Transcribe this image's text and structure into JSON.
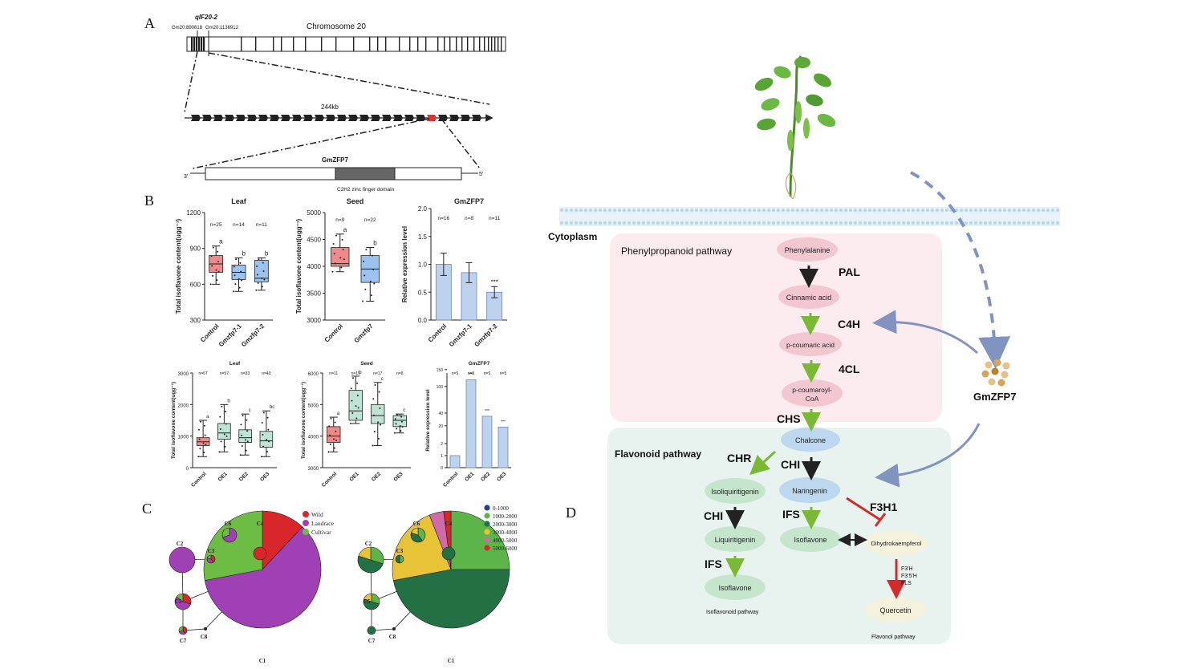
{
  "panels": {
    "a": "A",
    "b": "B",
    "c": "C",
    "d": "D"
  },
  "panel_a": {
    "qtl_label": "qIF20-2",
    "marker_left": "Gm20:890618",
    "marker_right": "Gm20:1136912",
    "chromosome": "Chromosome 20",
    "region_size": "244kb",
    "gene": "GmZFP7",
    "end3": "3'",
    "end5": "5'",
    "domain_label": "C2H2 zinc finger domain"
  },
  "chart_data": [
    {
      "type": "box",
      "title": "Leaf",
      "ylabel": "Total isoflavone content(ugg⁻¹)",
      "ylim": [
        300,
        1200
      ],
      "ticks": [
        "300",
        "600",
        "900",
        "1200"
      ],
      "categories": [
        "Control",
        "Gmzfp7-1",
        "Gmzfp7-2"
      ],
      "n": [
        "n=25",
        "n=14",
        "n=11"
      ],
      "letters": [
        "a",
        "b",
        "b"
      ],
      "colors": [
        "#f08a8a",
        "#9cc3ef",
        "#9cc3ef"
      ],
      "boxes": [
        {
          "min": 600,
          "q1": 700,
          "median": 770,
          "q3": 840,
          "max": 920
        },
        {
          "min": 540,
          "q1": 640,
          "median": 700,
          "q3": 760,
          "max": 820
        },
        {
          "min": 550,
          "q1": 620,
          "median": 650,
          "q3": 800,
          "max": 820
        }
      ]
    },
    {
      "type": "box",
      "title": "Seed",
      "ylabel": "Total isoflavone content(ugg⁻¹)",
      "ylim": [
        3000,
        5000
      ],
      "ticks": [
        "3000",
        "3500",
        "4000",
        "4500",
        "5000"
      ],
      "categories": [
        "Control",
        "Gmzfp7"
      ],
      "n": [
        "n=9",
        "n=22"
      ],
      "letters": [
        "a",
        "b"
      ],
      "colors": [
        "#f08a8a",
        "#9cc3ef"
      ],
      "boxes": [
        {
          "min": 3900,
          "q1": 4000,
          "median": 4050,
          "q3": 4350,
          "max": 4600
        },
        {
          "min": 3350,
          "q1": 3700,
          "median": 3950,
          "q3": 4200,
          "max": 4350
        }
      ]
    },
    {
      "type": "bar",
      "title": "GmZFP7",
      "ylabel": "Relative expression level",
      "ylim": [
        0,
        2
      ],
      "ticks": [
        "0.0",
        "0.5",
        "1.0",
        "1.5",
        "2.0"
      ],
      "categories": [
        "Control",
        "Gmzfp7-1",
        "Gmzfp7-2"
      ],
      "n": [
        "n=16",
        "n=8",
        "n=11"
      ],
      "values": [
        1.0,
        0.85,
        0.5
      ],
      "errors": [
        0.2,
        0.18,
        0.1
      ],
      "sig": [
        "",
        "",
        "***"
      ],
      "color": "#bcd2ee"
    },
    {
      "type": "box",
      "title": "Leaf",
      "ylabel": "Total isoflavone content(ugg⁻¹)",
      "ylim": [
        0,
        3000
      ],
      "ticks": [
        "0",
        "1000",
        "2000",
        "3000"
      ],
      "categories": [
        "Control",
        "OE1",
        "OE2",
        "OE3"
      ],
      "n": [
        "n=67",
        "n=57",
        "n=33",
        "n=40"
      ],
      "letters": [
        "a",
        "b",
        "c",
        "bc"
      ],
      "colors": [
        "#f08a8a",
        "#bfe3d4",
        "#bfe3d4",
        "#bfe3d4"
      ],
      "boxes": [
        {
          "min": 350,
          "q1": 700,
          "median": 820,
          "q3": 950,
          "max": 1500
        },
        {
          "min": 500,
          "q1": 900,
          "median": 1100,
          "q3": 1400,
          "max": 2000
        },
        {
          "min": 400,
          "q1": 800,
          "median": 950,
          "q3": 1200,
          "max": 1700
        },
        {
          "min": 350,
          "q1": 650,
          "median": 850,
          "q3": 1150,
          "max": 1800
        }
      ]
    },
    {
      "type": "box",
      "title": "Seed",
      "ylabel": "Total isoflavone content(ugg⁻¹)",
      "ylim": [
        3000,
        6000
      ],
      "ticks": [
        "3000",
        "4000",
        "5000",
        "6000"
      ],
      "categories": [
        "Control",
        "OE1",
        "OE2",
        "OE3"
      ],
      "n": [
        "n=11",
        "n=15",
        "n=17",
        "n=8"
      ],
      "letters": [
        "a",
        "b",
        "c",
        "c"
      ],
      "colors": [
        "#f08a8a",
        "#bfe3d4",
        "#bfe3d4",
        "#bfe3d4"
      ],
      "boxes": [
        {
          "min": 3500,
          "q1": 3800,
          "median": 4000,
          "q3": 4300,
          "max": 4600
        },
        {
          "min": 4400,
          "q1": 4500,
          "median": 4800,
          "q3": 5450,
          "max": 5900
        },
        {
          "min": 3700,
          "q1": 4400,
          "median": 4650,
          "q3": 5000,
          "max": 5700
        },
        {
          "min": 4100,
          "q1": 4300,
          "median": 4500,
          "q3": 4650,
          "max": 4700
        }
      ]
    },
    {
      "type": "bar",
      "title": "GmZFP7",
      "ylabel": "Relative expression level",
      "categories": [
        "Control",
        "OE1",
        "OE2",
        "OE3"
      ],
      "n": [
        "n=5",
        "n=5",
        "n=5",
        "n=5"
      ],
      "values": [
        1,
        120,
        35,
        18
      ],
      "sig": [
        "",
        "***",
        "***",
        "***"
      ],
      "color": "#bcd2ee"
    }
  ],
  "panel_c": {
    "legend1": [
      {
        "label": "Wild",
        "color": "#d9262a"
      },
      {
        "label": "Laudrace",
        "color": "#a040b5"
      },
      {
        "label": "Cultivar",
        "color": "#6dbd45"
      }
    ],
    "legend2": [
      {
        "label": "0-1000",
        "color": "#2140a0"
      },
      {
        "label": "1000-2000",
        "color": "#5bb548"
      },
      {
        "label": "2000-3000",
        "color": "#237044"
      },
      {
        "label": "3000-4000",
        "color": "#e8c237"
      },
      {
        "label": "4000-5000",
        "color": "#d06aa8"
      },
      {
        "label": "5000-6000",
        "color": "#d9262a"
      }
    ],
    "nodes": [
      "C1",
      "C2",
      "C3",
      "C4",
      "C5",
      "C6",
      "C7",
      "C8"
    ]
  },
  "panel_d": {
    "cytoplasm": "Cytoplasm",
    "phenyl_title": "Phenylpropanoid pathway",
    "flav_title": "Flavonoid pathway",
    "nodes": {
      "phe": "Phenylalanine",
      "cin": "Cinnamic acid",
      "pca": "p-coumaric acid",
      "pcoa_1": "p-coumaroyl-",
      "pcoa_2": "CoA",
      "chal": "Chalcone",
      "isoliq": "Isoliquiritigenin",
      "nar": "Naringenin",
      "liq": "Liquiritigenin",
      "iso1": "Isoflavone",
      "iso2": "Isoflavone",
      "dhk": "Dihydrokaempferol",
      "que": "Quercetin"
    },
    "enzymes": {
      "pal": "PAL",
      "c4h": "C4H",
      "cl4": "4CL",
      "chs": "CHS",
      "chr": "CHR",
      "chi1": "CHI",
      "chi2": "CHI",
      "ifs1": "IFS",
      "ifs2": "IFS",
      "f3h1": "F3H1",
      "f3h": "F3'H",
      "f35h": "F3'5'H",
      "fls": "FLS"
    },
    "gmzfp7": "GmZFP7",
    "isoflavonoid_pathway": "Isoflavonoid pathway",
    "flavonol_pathway": "Flavonol pathway"
  }
}
